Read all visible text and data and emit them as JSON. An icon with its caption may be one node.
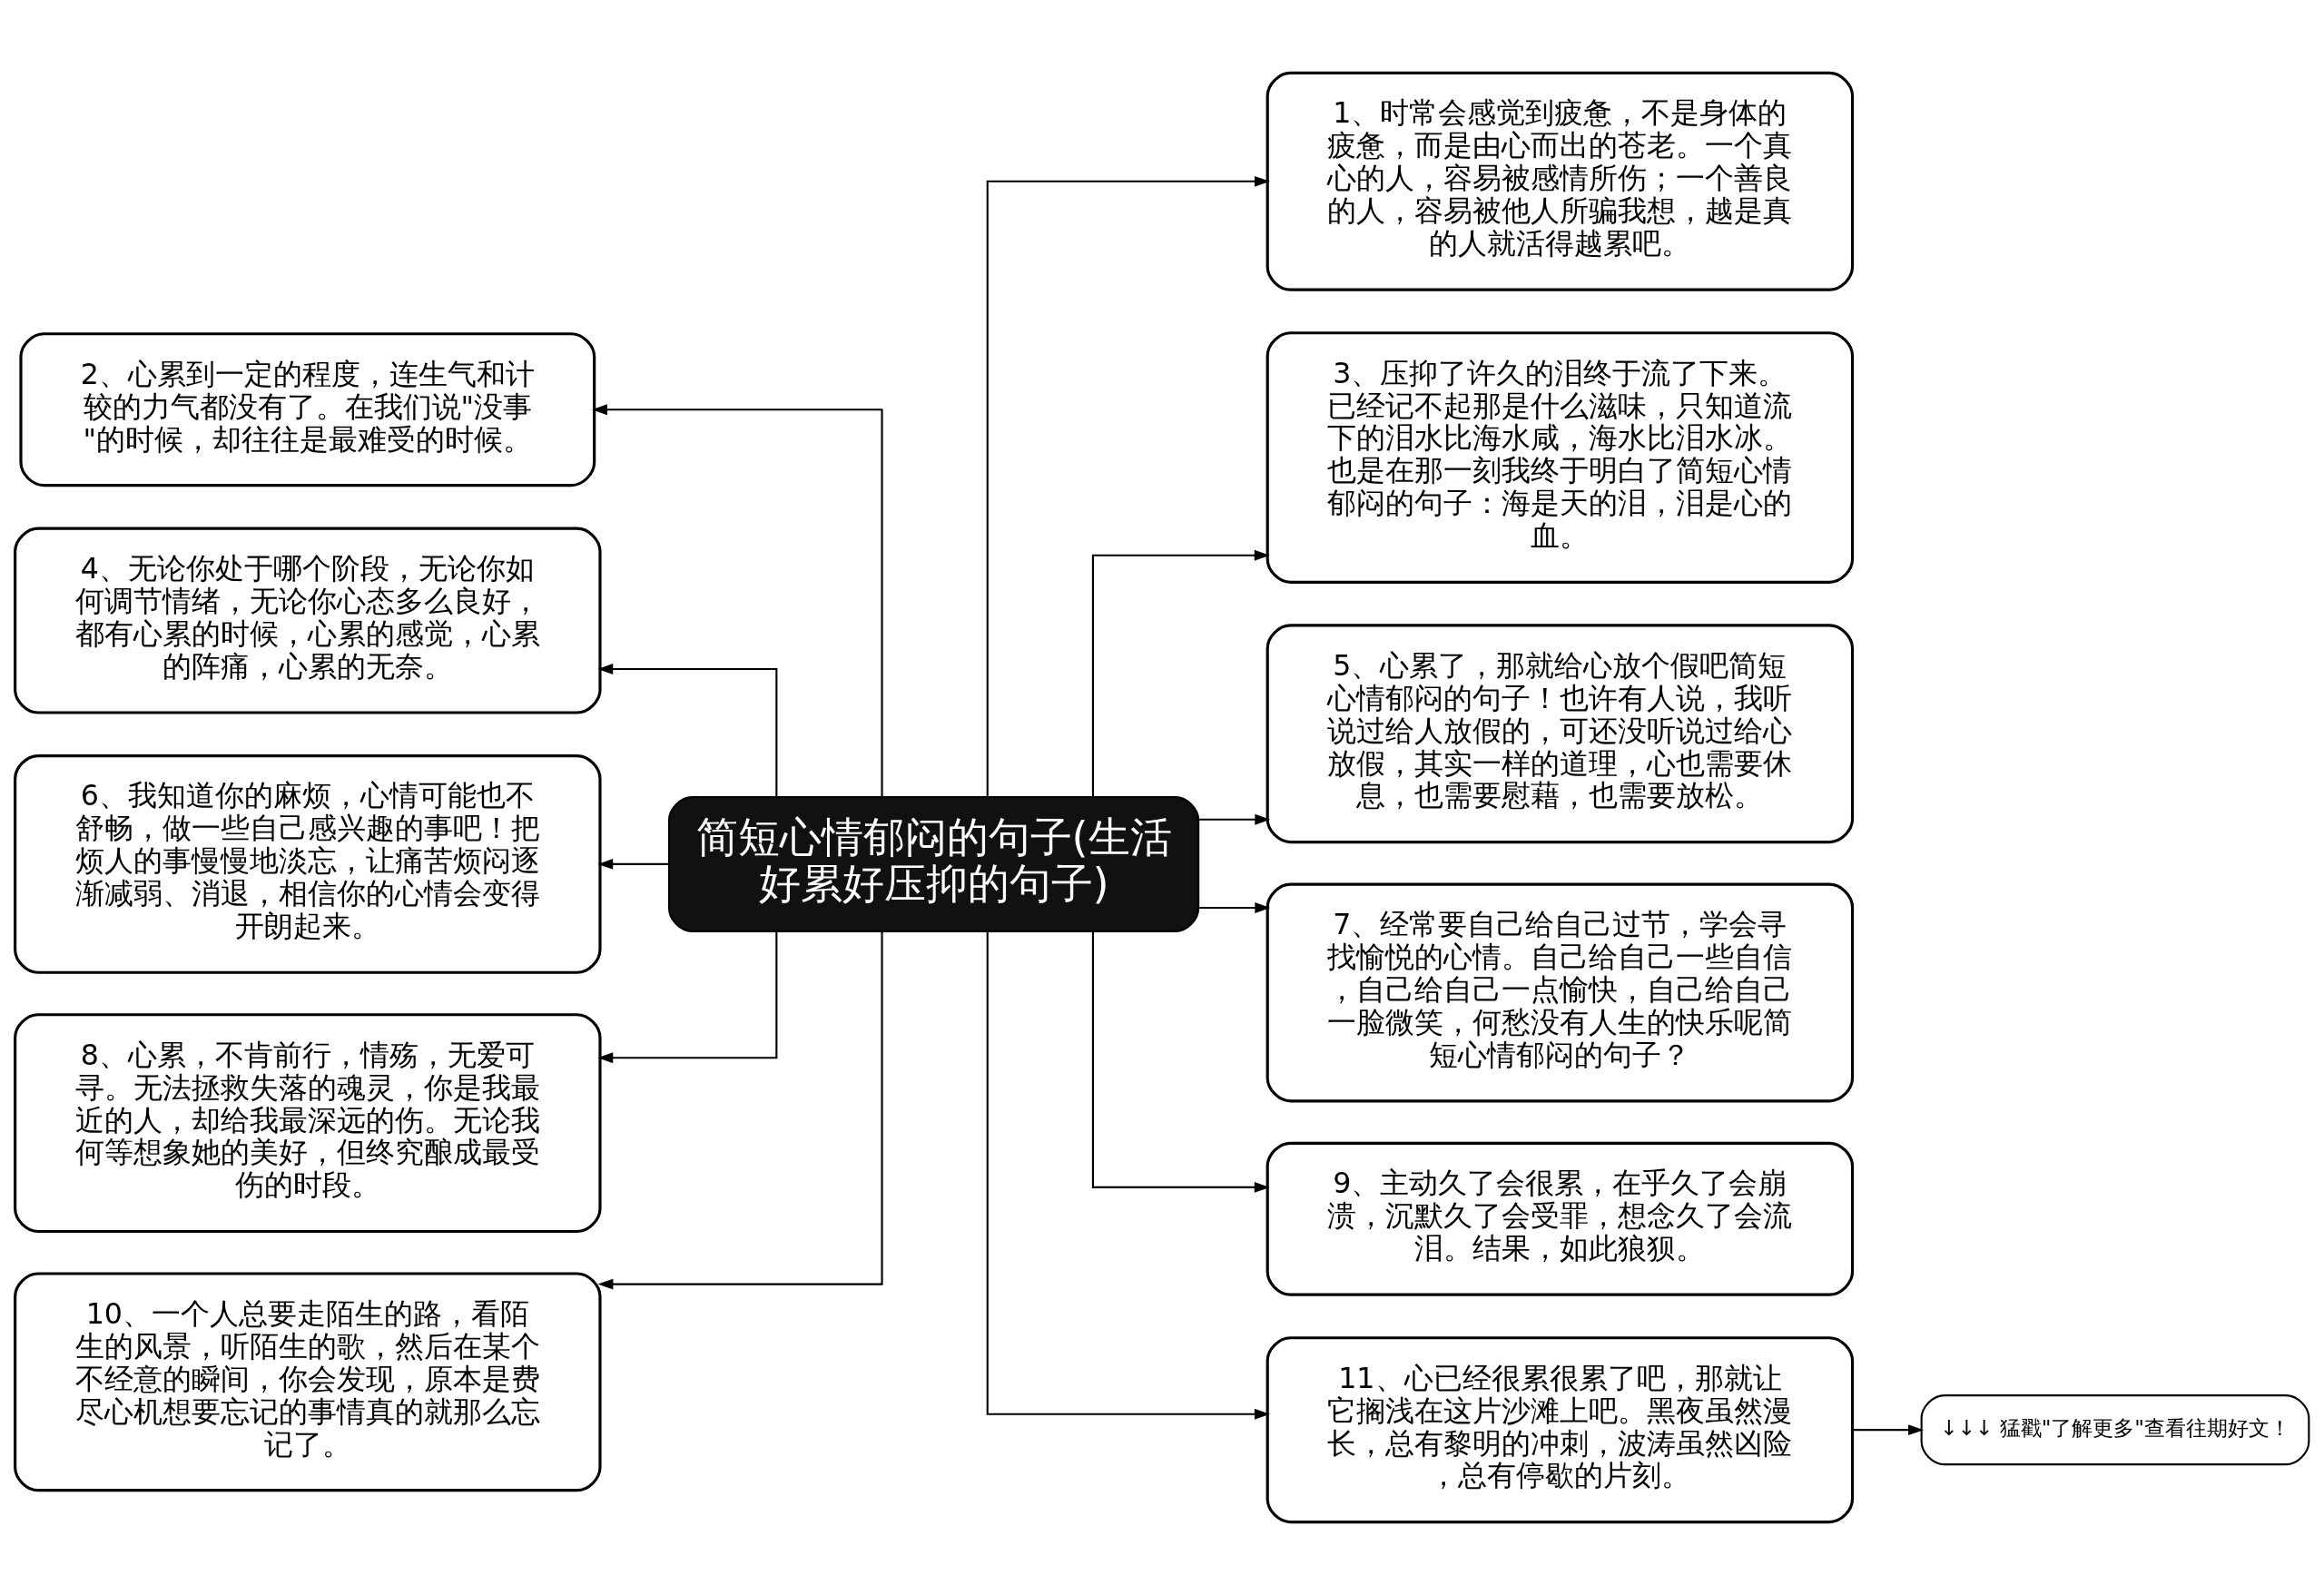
{
  "diagram": {
    "nodes": [
      {
        "text": [
          "简短心情郁闷的句子(生活好累好压抑的句子)"
        ]
      },
      {
        "text": [
          "1、时常会感觉到疲惫，不是身体的疲惫，而是由心而出的苍老。一个真心的人，容易被感情所伤；一个善良的人，容易被他人所骗我想，越是真的人就活得越累吧。"
        ]
      },
      {
        "text": [
          "2、心累到一定的程度，连生气和计较的力气都没有了。在我们说\"没事\"的时候，却往往是最难受的时候。"
        ]
      },
      {
        "text": [
          "3、压抑了许久的泪终于流了下来。已经记不起那是什么滋味，只知道流下的泪水比海水咸，海水比泪水冰。也是在那一刻我终于明白了简短心情郁闷的句子：海是天的泪，泪是心的血。"
        ]
      },
      {
        "text": [
          "4、无论你处于哪个阶段，无论你如何调节情绪，无论你心态多么良好，都有心累的时候，心累的感觉，心累的阵痛，心累的无奈。"
        ]
      },
      {
        "text": [
          "5、心累了，那就给心放个假吧简短心情郁闷的句子！也许有人说，我听说过给人放假的，可还没听说过给心放假，其实一样的道理，心也需要休息，也需要慰藉，也需要放松。"
        ]
      },
      {
        "text": [
          "6、我知道你的麻烦，心情可能也不舒畅，做一些自己感兴趣的事吧！把烦人的事慢慢地淡忘，让痛苦烦闷逐渐减弱、消退，相信你的心情会变得开朗起来。"
        ]
      },
      {
        "text": [
          "7、经常要自己给自己过节，学会寻找愉悦的心情。自己给自己一些自信，自己给自己一点愉快，自己给自己一脸微笑，何愁没有人生的快乐呢简短心情郁闷的句子？"
        ]
      },
      {
        "text": [
          "8、心累，不肯前行，情殇，无爱可寻。无法拯救失落的魂灵，你是我最近的人，却给我最深远的伤。无论我何等想象她的美好，但终究酿成最受伤的时段。"
        ]
      },
      {
        "text": [
          "9、主动久了会很累，在乎久了会崩溃，沉默久了会受罪，想念久了会流泪。结果，如此狼狈。"
        ]
      },
      {
        "text": [
          "10、一个人总要走陌生的路，看陌生的风景，听陌生的歌，然后在某个不经意的瞬间，你会发现，原本是费尽心机想要忘记的事情真的就那么忘记了。"
        ]
      },
      {
        "text": [
          "11、心已经很累很累了吧，那就让它搁浅在这片沙滩上吧。黑夜虽然漫长，总有黎明的冲刺，波涛虽然凶险，总有停歇的片刻。"
        ]
      },
      {
        "text": [
          "↓↓↓ 猛戳\"了解更多\"查看往期好文！"
        ]
      }
    ],
    "edges": [
      {
        "from": 0,
        "to": 1,
        "arrow": "to"
      },
      {
        "from": 0,
        "to": 2,
        "arrow": "to"
      },
      {
        "from": 0,
        "to": 3,
        "arrow": "to"
      },
      {
        "from": 0,
        "to": 4,
        "arrow": "to"
      },
      {
        "from": 0,
        "to": 5,
        "arrow": "to"
      },
      {
        "from": 0,
        "to": 6,
        "arrow": "to"
      },
      {
        "from": 0,
        "to": 7,
        "arrow": "to"
      },
      {
        "from": 0,
        "to": 8,
        "arrow": "to"
      },
      {
        "from": 0,
        "to": 9,
        "arrow": "to"
      },
      {
        "from": 0,
        "to": 10,
        "arrow": "to"
      },
      {
        "from": 0,
        "to": 11,
        "arrow": "to"
      },
      {
        "from": 11,
        "to": 12,
        "arrow": "to"
      }
    ]
  }
}
